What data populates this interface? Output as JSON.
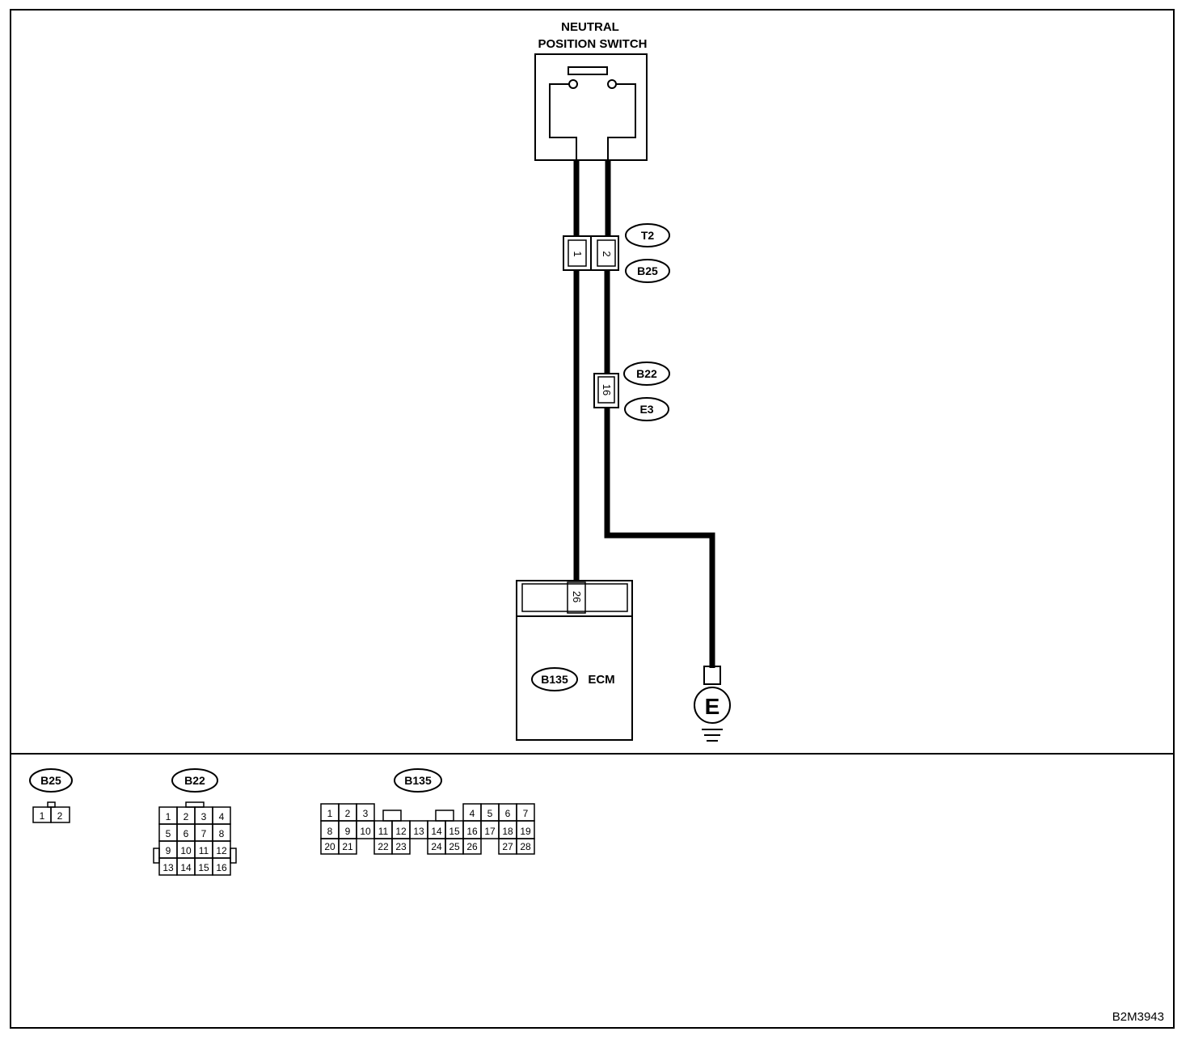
{
  "switch": {
    "title_line1": "NEUTRAL",
    "title_line2": "POSITION SWITCH"
  },
  "connectors": {
    "t2": "T2",
    "b25": "B25",
    "b22": "B22",
    "e3": "E3",
    "b135": "B135"
  },
  "pins": {
    "t2_pin1": "1",
    "t2_pin2": "2",
    "b22_pin16": "16",
    "ecm_pin26": "26"
  },
  "ecm": {
    "label": "ECM"
  },
  "ground": {
    "label": "E"
  },
  "connector_faces": {
    "b25": {
      "label": "B25",
      "pins": [
        "1",
        "2"
      ]
    },
    "b22": {
      "label": "B22",
      "rows": [
        [
          "1",
          "2",
          "3",
          "4"
        ],
        [
          "5",
          "6",
          "7",
          "8"
        ],
        [
          "9",
          "10",
          "11",
          "12"
        ],
        [
          "13",
          "14",
          "15",
          "16"
        ]
      ]
    },
    "b135": {
      "label": "B135",
      "row1_left": [
        "1",
        "2",
        "3"
      ],
      "row1_right": [
        "4",
        "5",
        "6",
        "7"
      ],
      "row2": [
        "8",
        "9",
        "10",
        "11",
        "12",
        "13",
        "14",
        "15",
        "16",
        "17",
        "18",
        "19"
      ],
      "row3_a": [
        "20",
        "21"
      ],
      "row3_b": [
        "22",
        "23"
      ],
      "row3_c": [
        "24",
        "25",
        "26"
      ],
      "row3_d": [
        "27",
        "28"
      ]
    }
  },
  "figure_code": "B2M3943"
}
